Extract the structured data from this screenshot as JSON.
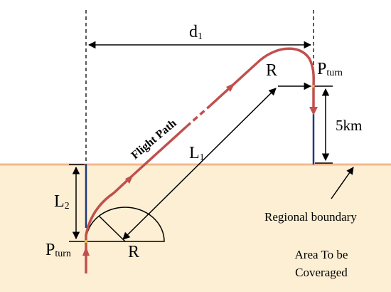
{
  "labels": {
    "d1": {
      "main": "d",
      "sub": "1"
    },
    "r_top": "R",
    "r_bottom": "R",
    "p_turn_top": {
      "main": "P",
      "sub": "turn"
    },
    "p_turn_bottom": {
      "main": "P",
      "sub": "turn"
    },
    "l1": {
      "main": "L",
      "sub": "1"
    },
    "l2": {
      "main": "L",
      "sub": "2"
    },
    "five_km": "5km",
    "flight_path": "Flight Path",
    "regional_boundary": "Regional boundary",
    "area_line1": "Area To be",
    "area_line2": "Coveraged"
  },
  "colors": {
    "area_fill": "#fcefd4",
    "boundary_line": "#f2b98c",
    "flight_path": "#c0504d",
    "vertical_segments": "#1f3a7a",
    "ink": "#000000"
  }
}
